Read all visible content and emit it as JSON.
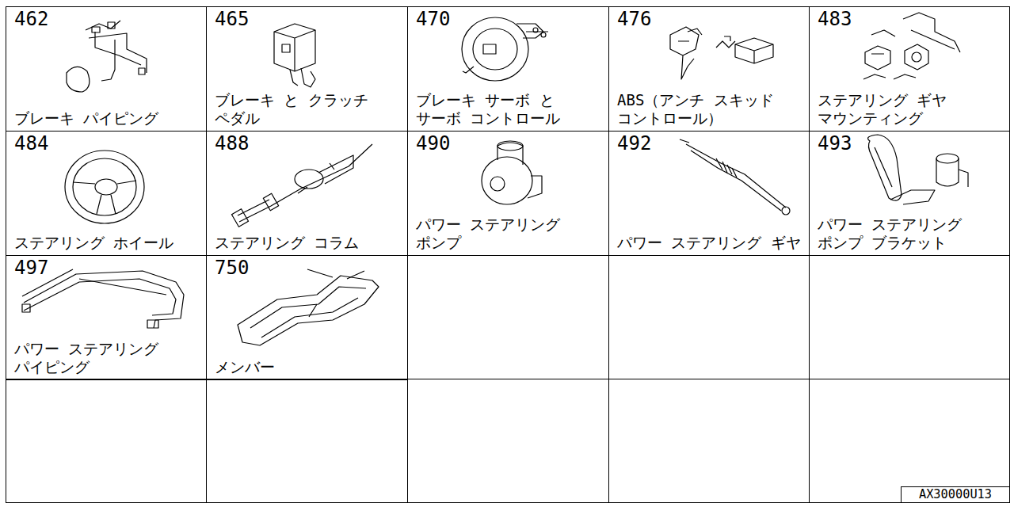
{
  "diagram": {
    "nodes": [
      {
        "text": [
          "462",
          "ブレーキ パイピング"
        ]
      },
      {
        "text": [
          "465",
          "ブレーキ と クラッチ ペダル"
        ]
      },
      {
        "text": [
          "470",
          "ブレーキ サーボ と サーボ コントロール"
        ]
      },
      {
        "text": [
          "476",
          "ABS（アンチ スキッド コントロール）"
        ]
      },
      {
        "text": [
          "483",
          "ステアリング ギヤ マウンティング"
        ]
      },
      {
        "text": [
          "484",
          "ステアリング ホイール"
        ]
      },
      {
        "text": [
          "488",
          "ステアリング コラム"
        ]
      },
      {
        "text": [
          "490",
          "パワー ステアリング ポンプ"
        ]
      },
      {
        "text": [
          "492",
          "パワー ステアリング ギヤ"
        ]
      },
      {
        "text": [
          "493",
          "パワー ステアリング ポンプ ブラケット"
        ]
      },
      {
        "text": [
          "497",
          "パワー ステアリング パイピング"
        ]
      },
      {
        "text": [
          "750",
          "メンバー"
        ]
      },
      {
        "text": [
          "AX30000U13"
        ]
      }
    ]
  }
}
